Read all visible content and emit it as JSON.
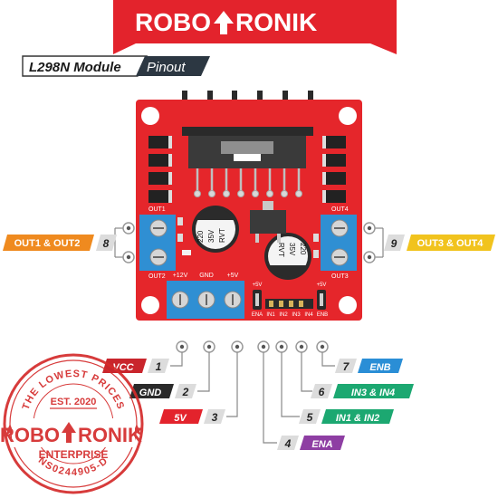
{
  "brand": {
    "name_left": "ROBO",
    "name_right": "RONIK",
    "colors": {
      "banner": "#e3232c",
      "text": "#ffffff"
    }
  },
  "header": {
    "module": "L298N Module",
    "tag": "Pinout"
  },
  "board": {
    "out_labels": {
      "out1": "OUT1",
      "out2": "OUT2",
      "out3": "OUT3",
      "out4": "OUT4"
    },
    "power_labels": {
      "v12": "+12V",
      "gnd": "GND",
      "v5": "+5V"
    },
    "header_labels": {
      "v5": "+5V",
      "ena": "ENA",
      "in1": "IN1",
      "in2": "IN2",
      "in3": "IN3",
      "in4": "IN4",
      "enb": "ENB"
    },
    "capacitor": {
      "line1": "220",
      "line2": "35V",
      "line3": "RVT"
    },
    "colors": {
      "pcb": "#e5262b",
      "terminal": "#2f8fd3"
    }
  },
  "pins": [
    {
      "num": "1",
      "label": "VCC",
      "color": "#c9252c"
    },
    {
      "num": "2",
      "label": "GND",
      "color": "#2a2a2a"
    },
    {
      "num": "3",
      "label": "5V",
      "color": "#e3232c"
    },
    {
      "num": "4",
      "label": "ENA",
      "color": "#8e3ea3"
    },
    {
      "num": "5",
      "label": "IN1 & IN2",
      "color": "#1ca871"
    },
    {
      "num": "6",
      "label": "IN3 & IN4",
      "color": "#1ca871"
    },
    {
      "num": "7",
      "label": "ENB",
      "color": "#2a8ed6"
    },
    {
      "num": "8",
      "label": "OUT1 & OUT2",
      "color": "#ef8a1f"
    },
    {
      "num": "9",
      "label": "OUT3 & OUT4",
      "color": "#f1c31d"
    }
  ],
  "stamp": {
    "top_arc": "THE LOWEST PRICES",
    "est": "EST. 2020",
    "brand_left": "ROBO",
    "brand_right": "RONIK",
    "sub": "ENTERPRISE",
    "bottom_arc": "NS0244905-D",
    "color": "#d42b2b"
  }
}
